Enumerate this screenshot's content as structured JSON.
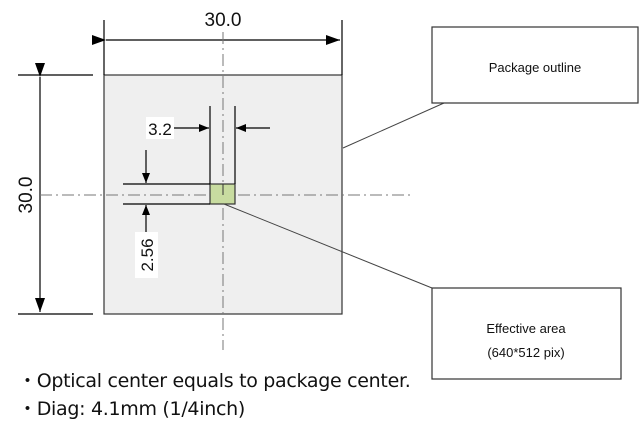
{
  "dimensions": {
    "package_width": "30.0",
    "package_height": "30.0",
    "effective_width": "3.2",
    "effective_height": "2.56"
  },
  "callouts": {
    "package_outline": "Package outline",
    "effective_area_line1": "Effective area",
    "effective_area_line2": "(640*512 pix)"
  },
  "notes": [
    "・Optical center equals to package center.",
    "・Diag: 4.1mm (1/4inch)"
  ],
  "colors": {
    "package_fill": "#efefef",
    "effective_fill": "#c8dca0"
  }
}
